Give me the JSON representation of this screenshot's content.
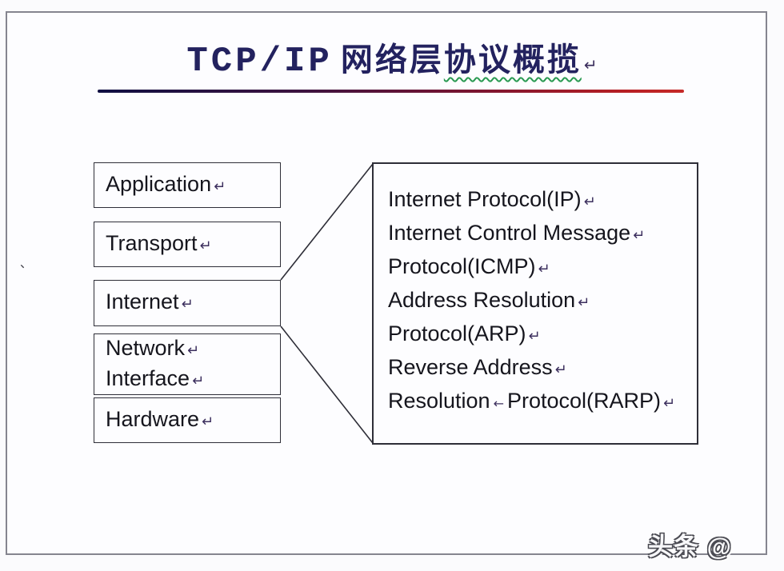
{
  "slide": {
    "title": {
      "latin": "TCP/IP",
      "cn_plain": "网络层",
      "cn_underlined": "协议概揽",
      "return_mark": "↵"
    },
    "marks": {
      "return": "↵",
      "tab": "←",
      "stray": "、"
    },
    "layers": [
      {
        "l1": "Application"
      },
      {
        "l1": "Transport"
      },
      {
        "l1": "Internet"
      },
      {
        "l1": "Network",
        "l2": "Interface"
      },
      {
        "l1": "Hardware"
      }
    ],
    "protocols": [
      {
        "l1": "Internet Protocol(IP)"
      },
      {
        "l1": "Internet Control Message",
        "l2": "Protocol(ICMP)"
      },
      {
        "l1": "Address Resolution",
        "l2": "Protocol(ARP)"
      },
      {
        "l1": "Reverse Address",
        "l2a": "Resolution",
        "l2b": "Protocol(RARP)"
      }
    ],
    "watermark": "头条 @",
    "colors": {
      "title_text": "#23225f",
      "rule_gradient_start": "#101043",
      "rule_gradient_end": "#c62a28",
      "wavy_underline": "#2a9a52",
      "box_border": "#2e2e38",
      "body_text": "#15151d",
      "frame_border": "#85858f"
    }
  }
}
